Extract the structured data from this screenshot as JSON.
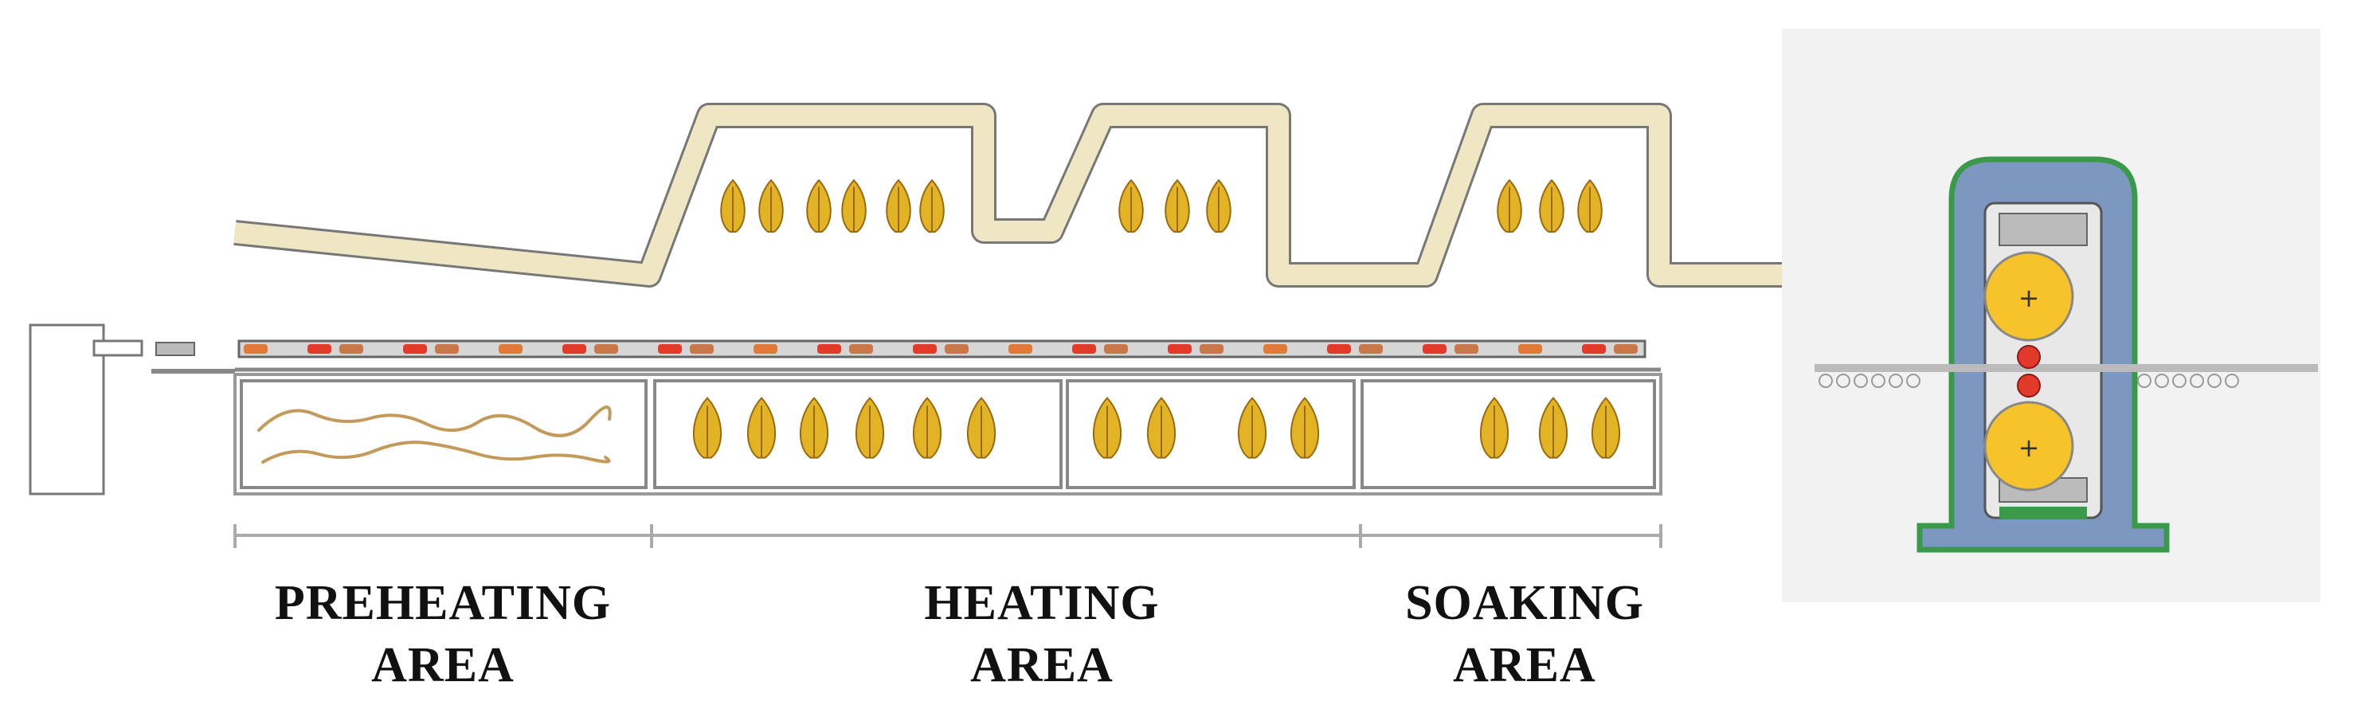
{
  "labels": {
    "preheating": {
      "line1": "PREHEATING",
      "line2": "AREA"
    },
    "heating": {
      "line1": "HEATING",
      "line2": "AREA"
    },
    "soaking": {
      "line1": "SOAKING",
      "line2": "AREA"
    }
  },
  "roll_symbols": {
    "top": "+",
    "bottom": "+"
  },
  "colors": {
    "flue": "#efe6c4",
    "outline": "#777777",
    "flame": "#e3b326",
    "flame_dark": "#9a6a10",
    "stand_blue": "#7c97c0",
    "stand_green": "#3a9a4a",
    "roll_yellow": "#f6c32a",
    "burner_red": "#e23a2a",
    "burner_brown": "#c8784a"
  }
}
